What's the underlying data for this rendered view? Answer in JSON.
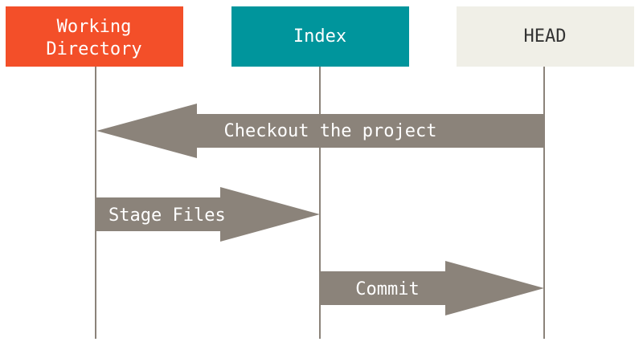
{
  "colors": {
    "working_directory": "#f34f29",
    "index": "#00959c",
    "head": "#f0efe7",
    "arrow": "#8b837a",
    "lifeline": "#8b837a",
    "light_text": "#ffffff",
    "dark_text": "#333333"
  },
  "columns": {
    "working_directory": {
      "line1": "Working",
      "line2": "Directory"
    },
    "index": {
      "label": "Index"
    },
    "head": {
      "label": "HEAD"
    }
  },
  "arrows": {
    "checkout": {
      "label": "Checkout the project",
      "from": "HEAD",
      "to": "Working Directory"
    },
    "stage": {
      "label": "Stage Files",
      "from": "Working Directory",
      "to": "Index"
    },
    "commit": {
      "label": "Commit",
      "from": "Index",
      "to": "HEAD"
    }
  }
}
